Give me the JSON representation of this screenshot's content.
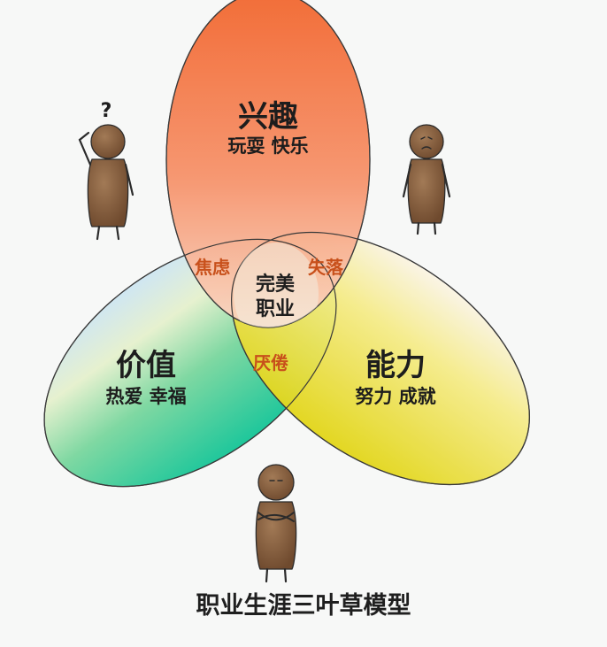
{
  "caption": "职业生涯三叶草模型",
  "circles": {
    "interest": {
      "title": "兴趣",
      "subtitle": "玩耍 快乐",
      "color": "#f2662e"
    },
    "value": {
      "title": "价值",
      "subtitle": "热爱 幸福",
      "color": "#2fc99a"
    },
    "ability": {
      "title": "能力",
      "subtitle": "努力 成就",
      "color": "#e6dc1e"
    }
  },
  "overlaps": {
    "interest_value": "焦虑",
    "interest_ability": "失落",
    "value_ability": "厌倦",
    "center_line1": "完美",
    "center_line2": "职业"
  },
  "figures": {
    "confused_mark": "?"
  }
}
